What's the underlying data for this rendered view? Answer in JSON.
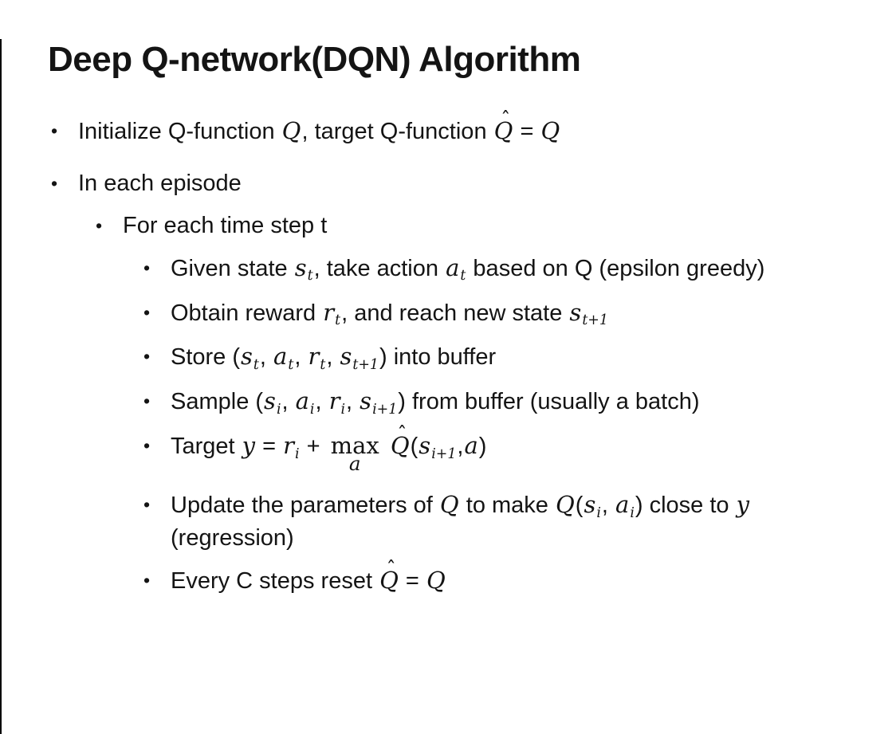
{
  "slide": {
    "title": "Deep Q-network(DQN) Algorithm",
    "bullet_glyph": "•",
    "hat_accent": "ˆ",
    "text_color": "#141414",
    "background_color": "#ffffff",
    "border_color": "#000000",
    "bullets": [
      {
        "level": 1,
        "segments": [
          {
            "t": "p",
            "v": "Initialize Q-function "
          },
          {
            "t": "m",
            "v": "Q"
          },
          {
            "t": "p",
            "v": ", target Q-function "
          },
          {
            "t": "hat",
            "v": "Q"
          },
          {
            "t": "p",
            "v": " = "
          },
          {
            "t": "m",
            "v": "Q"
          }
        ]
      },
      {
        "level": 1,
        "segments": [
          {
            "t": "p",
            "v": "In each episode"
          }
        ]
      },
      {
        "level": 2,
        "segments": [
          {
            "t": "p",
            "v": "For each time step t"
          }
        ]
      },
      {
        "level": 3,
        "segments": [
          {
            "t": "p",
            "v": "Given state "
          },
          {
            "t": "m",
            "v": "s"
          },
          {
            "t": "sub",
            "v": "t"
          },
          {
            "t": "p",
            "v": ", take action "
          },
          {
            "t": "m",
            "v": "a"
          },
          {
            "t": "sub",
            "v": "t"
          },
          {
            "t": "p",
            "v": " based on Q (epsilon greedy)"
          }
        ]
      },
      {
        "level": 3,
        "segments": [
          {
            "t": "p",
            "v": "Obtain reward "
          },
          {
            "t": "m",
            "v": "r"
          },
          {
            "t": "sub",
            "v": "t"
          },
          {
            "t": "p",
            "v": ", and reach new state "
          },
          {
            "t": "m",
            "v": "s"
          },
          {
            "t": "sub",
            "v": "t+1"
          }
        ]
      },
      {
        "level": 3,
        "segments": [
          {
            "t": "p",
            "v": "Store ("
          },
          {
            "t": "m",
            "v": "s"
          },
          {
            "t": "sub",
            "v": "t"
          },
          {
            "t": "p",
            "v": ", "
          },
          {
            "t": "m",
            "v": "a"
          },
          {
            "t": "sub",
            "v": "t"
          },
          {
            "t": "p",
            "v": ", "
          },
          {
            "t": "m",
            "v": "r"
          },
          {
            "t": "sub",
            "v": "t"
          },
          {
            "t": "p",
            "v": ", "
          },
          {
            "t": "m",
            "v": "s"
          },
          {
            "t": "sub",
            "v": "t+1"
          },
          {
            "t": "p",
            "v": ") into buffer"
          }
        ]
      },
      {
        "level": 3,
        "segments": [
          {
            "t": "p",
            "v": "Sample ("
          },
          {
            "t": "m",
            "v": "s"
          },
          {
            "t": "sub",
            "v": "i"
          },
          {
            "t": "p",
            "v": ", "
          },
          {
            "t": "m",
            "v": "a"
          },
          {
            "t": "sub",
            "v": "i"
          },
          {
            "t": "p",
            "v": ", "
          },
          {
            "t": "m",
            "v": "r"
          },
          {
            "t": "sub",
            "v": "i"
          },
          {
            "t": "p",
            "v": ", "
          },
          {
            "t": "m",
            "v": "s"
          },
          {
            "t": "sub",
            "v": "i+1"
          },
          {
            "t": "p",
            "v": ") from buffer (usually a batch)"
          }
        ]
      },
      {
        "level": 3,
        "segments": [
          {
            "t": "p",
            "v": "Target "
          },
          {
            "t": "m",
            "v": "y"
          },
          {
            "t": "p",
            "v": " = "
          },
          {
            "t": "m",
            "v": "r"
          },
          {
            "t": "sub",
            "v": "i"
          },
          {
            "t": "p",
            "v": " + "
          },
          {
            "t": "under",
            "v": "max",
            "u": "a"
          },
          {
            "t": "p",
            "v": " "
          },
          {
            "t": "hat",
            "v": "Q"
          },
          {
            "t": "p",
            "v": "("
          },
          {
            "t": "m",
            "v": "s"
          },
          {
            "t": "sub",
            "v": "i+1"
          },
          {
            "t": "p",
            "v": ","
          },
          {
            "t": "m",
            "v": "a"
          },
          {
            "t": "p",
            "v": ")"
          }
        ]
      },
      {
        "level": 3,
        "segments": [
          {
            "t": "p",
            "v": "Update the parameters of "
          },
          {
            "t": "m",
            "v": "Q"
          },
          {
            "t": "p",
            "v": " to make "
          },
          {
            "t": "m",
            "v": "Q"
          },
          {
            "t": "p",
            "v": "("
          },
          {
            "t": "m",
            "v": "s"
          },
          {
            "t": "sub",
            "v": "i"
          },
          {
            "t": "p",
            "v": ", "
          },
          {
            "t": "m",
            "v": "a"
          },
          {
            "t": "sub",
            "v": "i"
          },
          {
            "t": "p",
            "v": ") close to "
          },
          {
            "t": "m",
            "v": "y"
          },
          {
            "t": "p",
            "v": " (regression)"
          }
        ]
      },
      {
        "level": 3,
        "segments": [
          {
            "t": "p",
            "v": "Every C steps reset "
          },
          {
            "t": "hat",
            "v": "Q"
          },
          {
            "t": "p",
            "v": " = "
          },
          {
            "t": "m",
            "v": "Q"
          }
        ]
      }
    ]
  }
}
